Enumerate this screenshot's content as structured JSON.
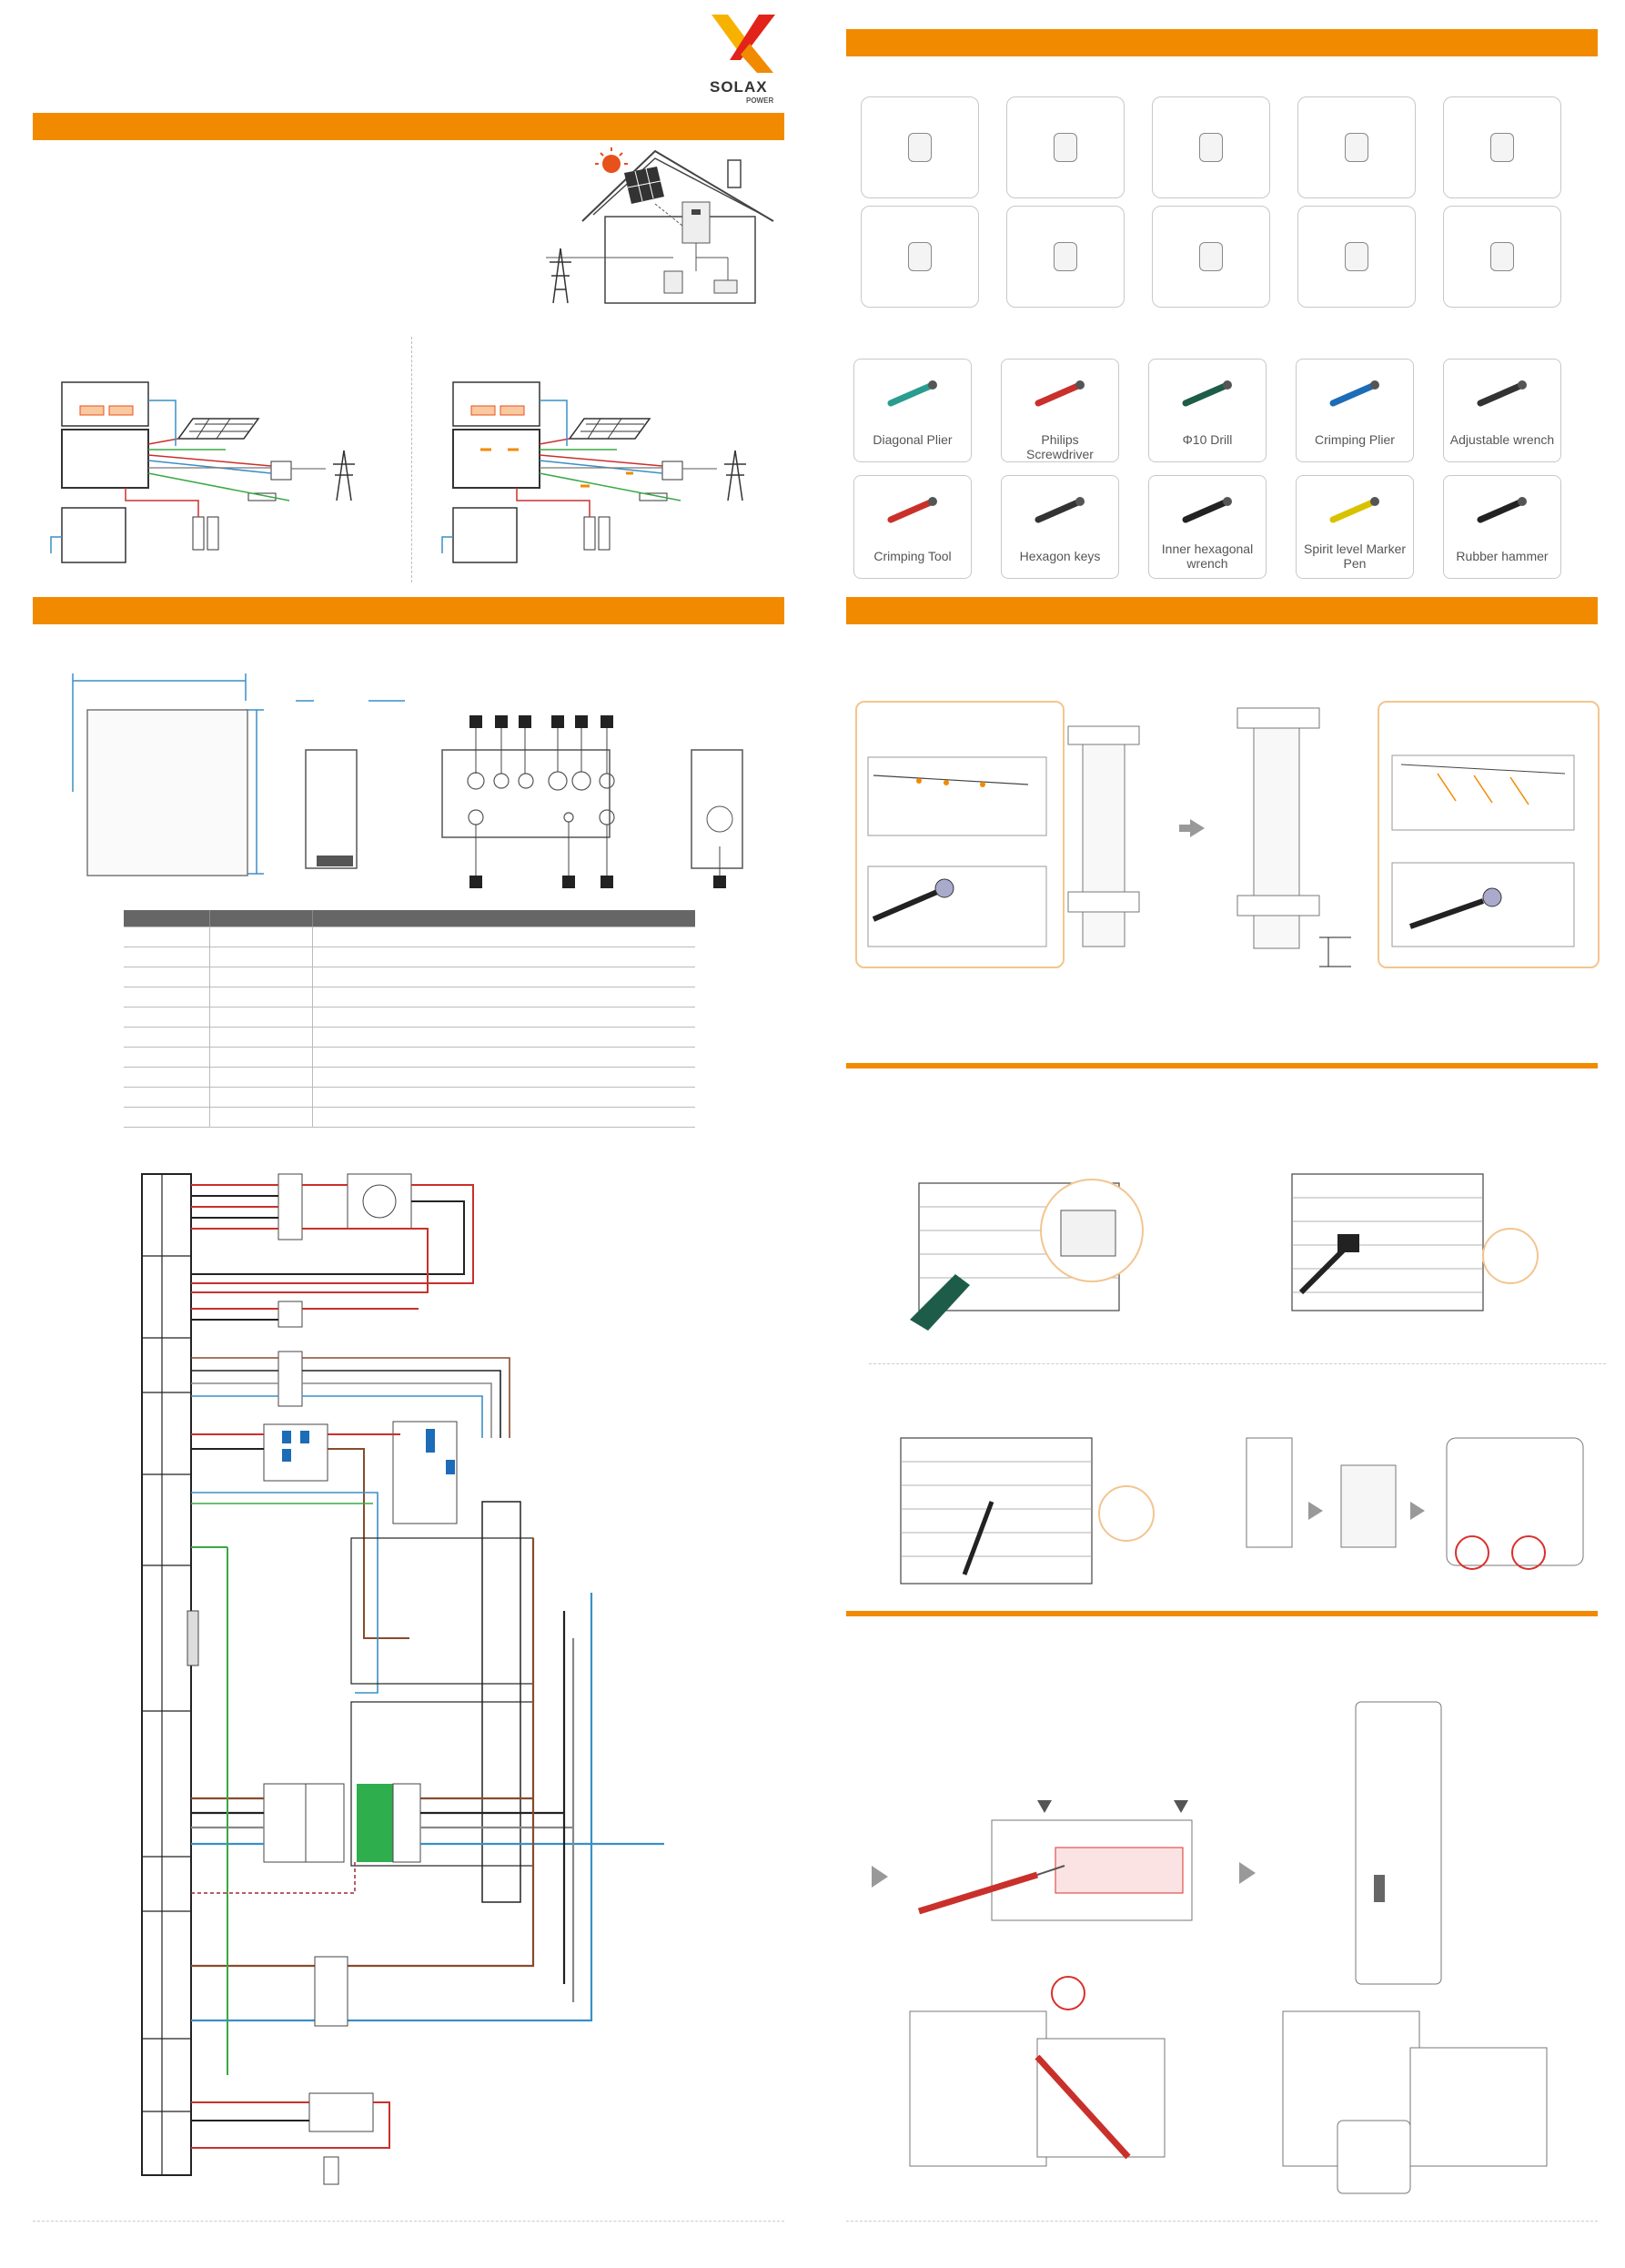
{
  "brand": {
    "logo_word": "SOLAX",
    "logo_sub": "POWER",
    "accent": "#f28a00"
  },
  "tools": [
    {
      "label": "Diagonal Plier",
      "icon": "diagonal-plier-icon"
    },
    {
      "label": "Philips Screwdriver",
      "icon": "screwdriver-icon"
    },
    {
      "label": "Φ10 Drill",
      "icon": "drill-icon"
    },
    {
      "label": "Crimping Plier",
      "icon": "crimping-plier-icon"
    },
    {
      "label": "Adjustable wrench",
      "icon": "adjustable-wrench-icon"
    },
    {
      "label": "Crimping Tool",
      "icon": "crimping-tool-icon"
    },
    {
      "label": "Hexagon keys",
      "icon": "hexagon-keys-icon"
    },
    {
      "label": "Inner hexagonal wrench",
      "icon": "inner-hex-wrench-icon"
    },
    {
      "label": "Spirit level Marker Pen",
      "icon": "spirit-level-icon"
    },
    {
      "label": "Rubber hammer",
      "icon": "rubber-hammer-icon"
    }
  ],
  "accessories": [
    {
      "icon": "bracket-icon"
    },
    {
      "icon": "plate-icon"
    },
    {
      "icon": "screw-icon"
    },
    {
      "icon": "nut-icon"
    },
    {
      "icon": "expansion-bolt-icon"
    },
    {
      "icon": "ring-terminal-icon"
    },
    {
      "icon": "ot-terminal-icon"
    },
    {
      "icon": "small-screw-icon"
    },
    {
      "icon": "pin-icon"
    },
    {
      "icon": "connector-icon"
    }
  ],
  "spec_table": {
    "rows": 10
  }
}
